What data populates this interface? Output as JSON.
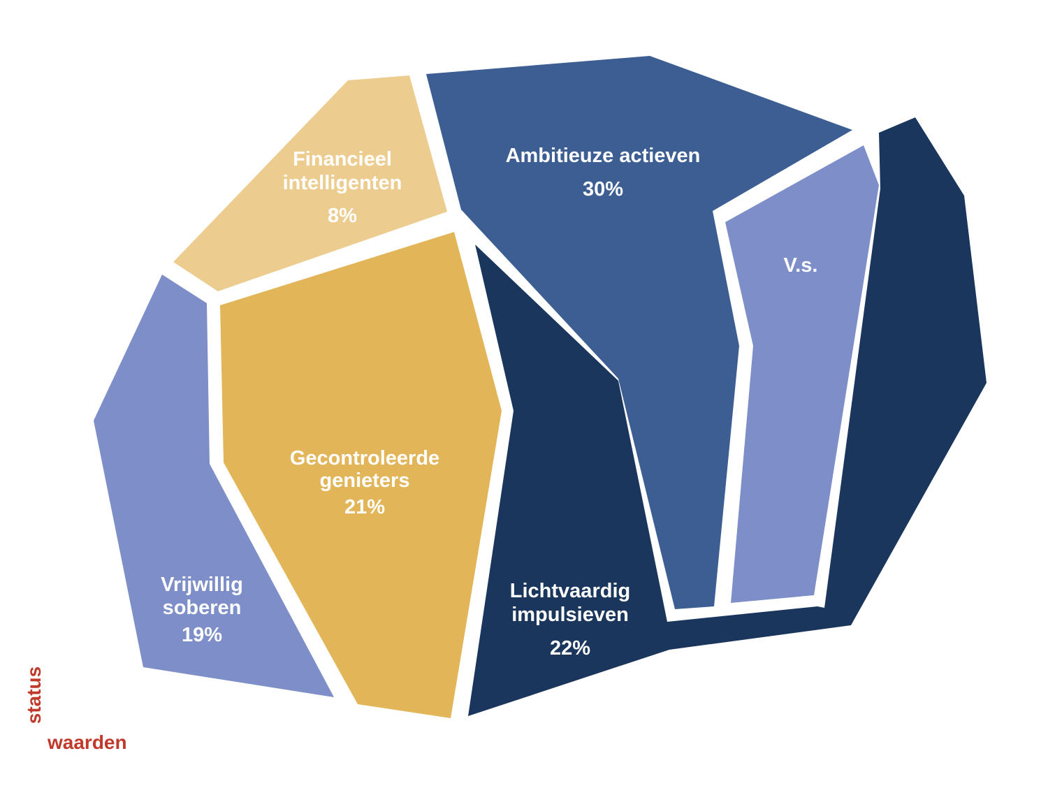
{
  "colors": {
    "light_gold": "#edcd8f",
    "gold": "#e3b559",
    "periwinkle": "#7d8ec8",
    "mid_blue": "#3c5e92",
    "navy": "#1b365d",
    "axis_red": "#c0392b",
    "label_white": "#ffffff"
  },
  "segments": [
    {
      "id": "financieel",
      "line1": "Financieel",
      "line2": "intelligenten",
      "value": "8%"
    },
    {
      "id": "ambitieuze",
      "line1": "Ambitieuze actieven",
      "value": "30%"
    },
    {
      "id": "vs",
      "line1": "V.s."
    },
    {
      "id": "gecontroleerde",
      "line1": "Gecontroleerde",
      "line2": "genieters",
      "value": "21%"
    },
    {
      "id": "vrijwillig",
      "line1": "Vrijwillig",
      "line2": "soberen",
      "value": "19%"
    },
    {
      "id": "lichtvaardig",
      "line1": "Lichtvaardig",
      "line2": "impulsieven",
      "value": "22%"
    }
  ],
  "axis": {
    "vertical": "status",
    "horizontal": "waarden"
  }
}
